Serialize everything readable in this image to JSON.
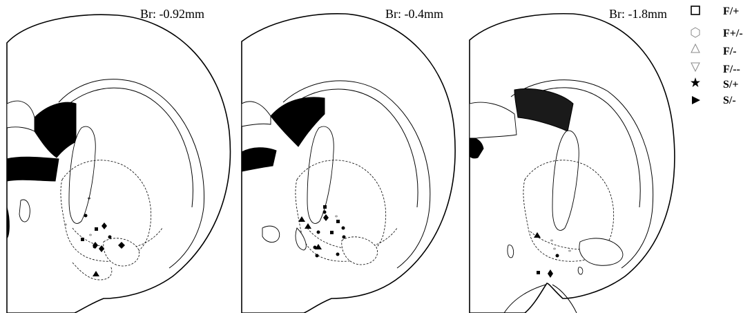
{
  "figure": {
    "panels": [
      {
        "id": "panel-1",
        "label": "Br: -0.92mm"
      },
      {
        "id": "panel-2",
        "label": "Br: -0.4mm"
      },
      {
        "id": "panel-3",
        "label": "Br: -1.8mm"
      }
    ],
    "legend": [
      {
        "symbol": "square-open",
        "label": "F/+"
      },
      {
        "symbol": "hexagon-open",
        "label": "F+/-"
      },
      {
        "symbol": "triangle-up-open",
        "label": "F/-"
      },
      {
        "symbol": "triangle-down-open",
        "label": "F/--"
      },
      {
        "symbol": "star-filled",
        "label": "S/+"
      },
      {
        "symbol": "triangle-right-filled",
        "label": "S/-"
      }
    ]
  }
}
